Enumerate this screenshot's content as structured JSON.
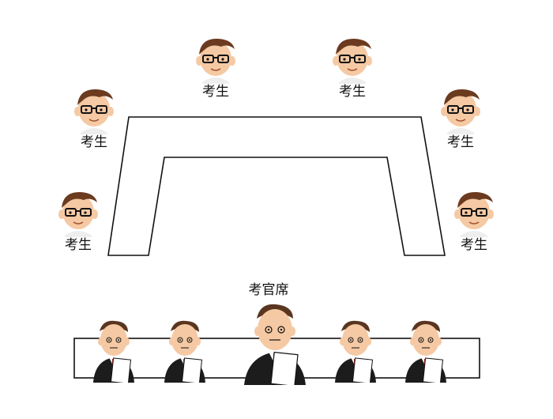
{
  "candidate_label": "考生",
  "examiner_label": "考官席",
  "candidates": [
    {
      "id": "top-left-1"
    },
    {
      "id": "top-right-1"
    },
    {
      "id": "left-upper"
    },
    {
      "id": "right-upper"
    },
    {
      "id": "left-lower"
    },
    {
      "id": "right-lower"
    }
  ],
  "examiners": [
    {
      "id": "examiner-1"
    },
    {
      "id": "examiner-2"
    },
    {
      "id": "examiner-center"
    },
    {
      "id": "examiner-4"
    },
    {
      "id": "examiner-5"
    }
  ],
  "colors": {
    "hair": "#6b3a1f",
    "skin": "#f5c9a3",
    "shirt": "#eeeeee",
    "line": "#111111",
    "suit": "#1c1c1c",
    "tie": "#b3231f"
  }
}
